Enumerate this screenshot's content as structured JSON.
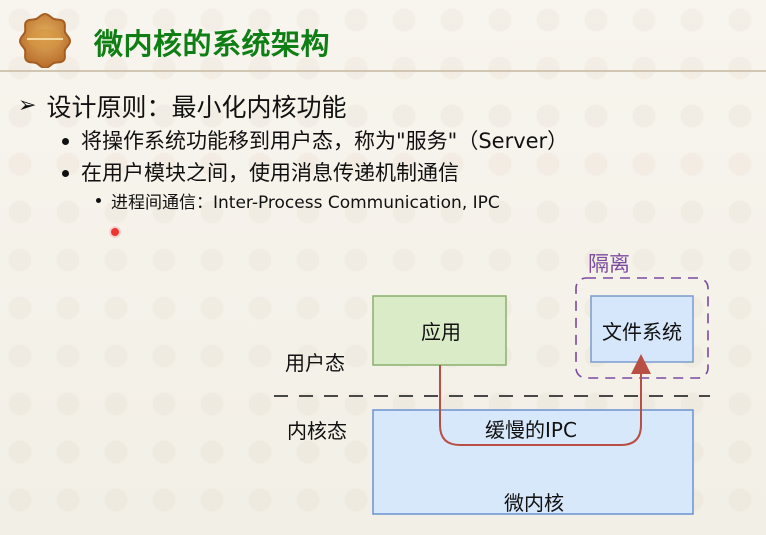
{
  "slide": {
    "title": "微内核的系统架构",
    "main_bullet": "设计原则：最小化内核功能",
    "sub_bullets": [
      "将操作系统功能移到用户态，称为\"服务\"（Server）",
      "在用户模块之间，使用消息传递机制通信"
    ],
    "sub_sub_bullet": "进程间通信：Inter-Process Communication, IPC",
    "diagram": {
      "user_mode_label": "用户态",
      "kernel_mode_label": "内核态",
      "isolation_label": "隔离",
      "app_label": "应用",
      "file_system_label": "文件系统",
      "slow_ipc_label": "缓慢的IPC",
      "microkernel_label": "微内核"
    },
    "colors": {
      "title": "#0f7f15",
      "app_box_fill": "#d9ebc7",
      "app_box_border": "#8bb06d",
      "fs_box_fill": "#d6e7fb",
      "fs_box_border": "#7a9ccd",
      "kernel_box_fill": "#d7e8fb",
      "kernel_box_border": "#6b93cf",
      "ipc_arrow": "#b84f45",
      "isolation_border": "#7c4a9f"
    },
    "icons": {
      "logo": "decorative-lotus-logo",
      "bullet_arrow": "arrow-bullet-icon",
      "laser_pointer": "laser-pointer-icon"
    }
  }
}
